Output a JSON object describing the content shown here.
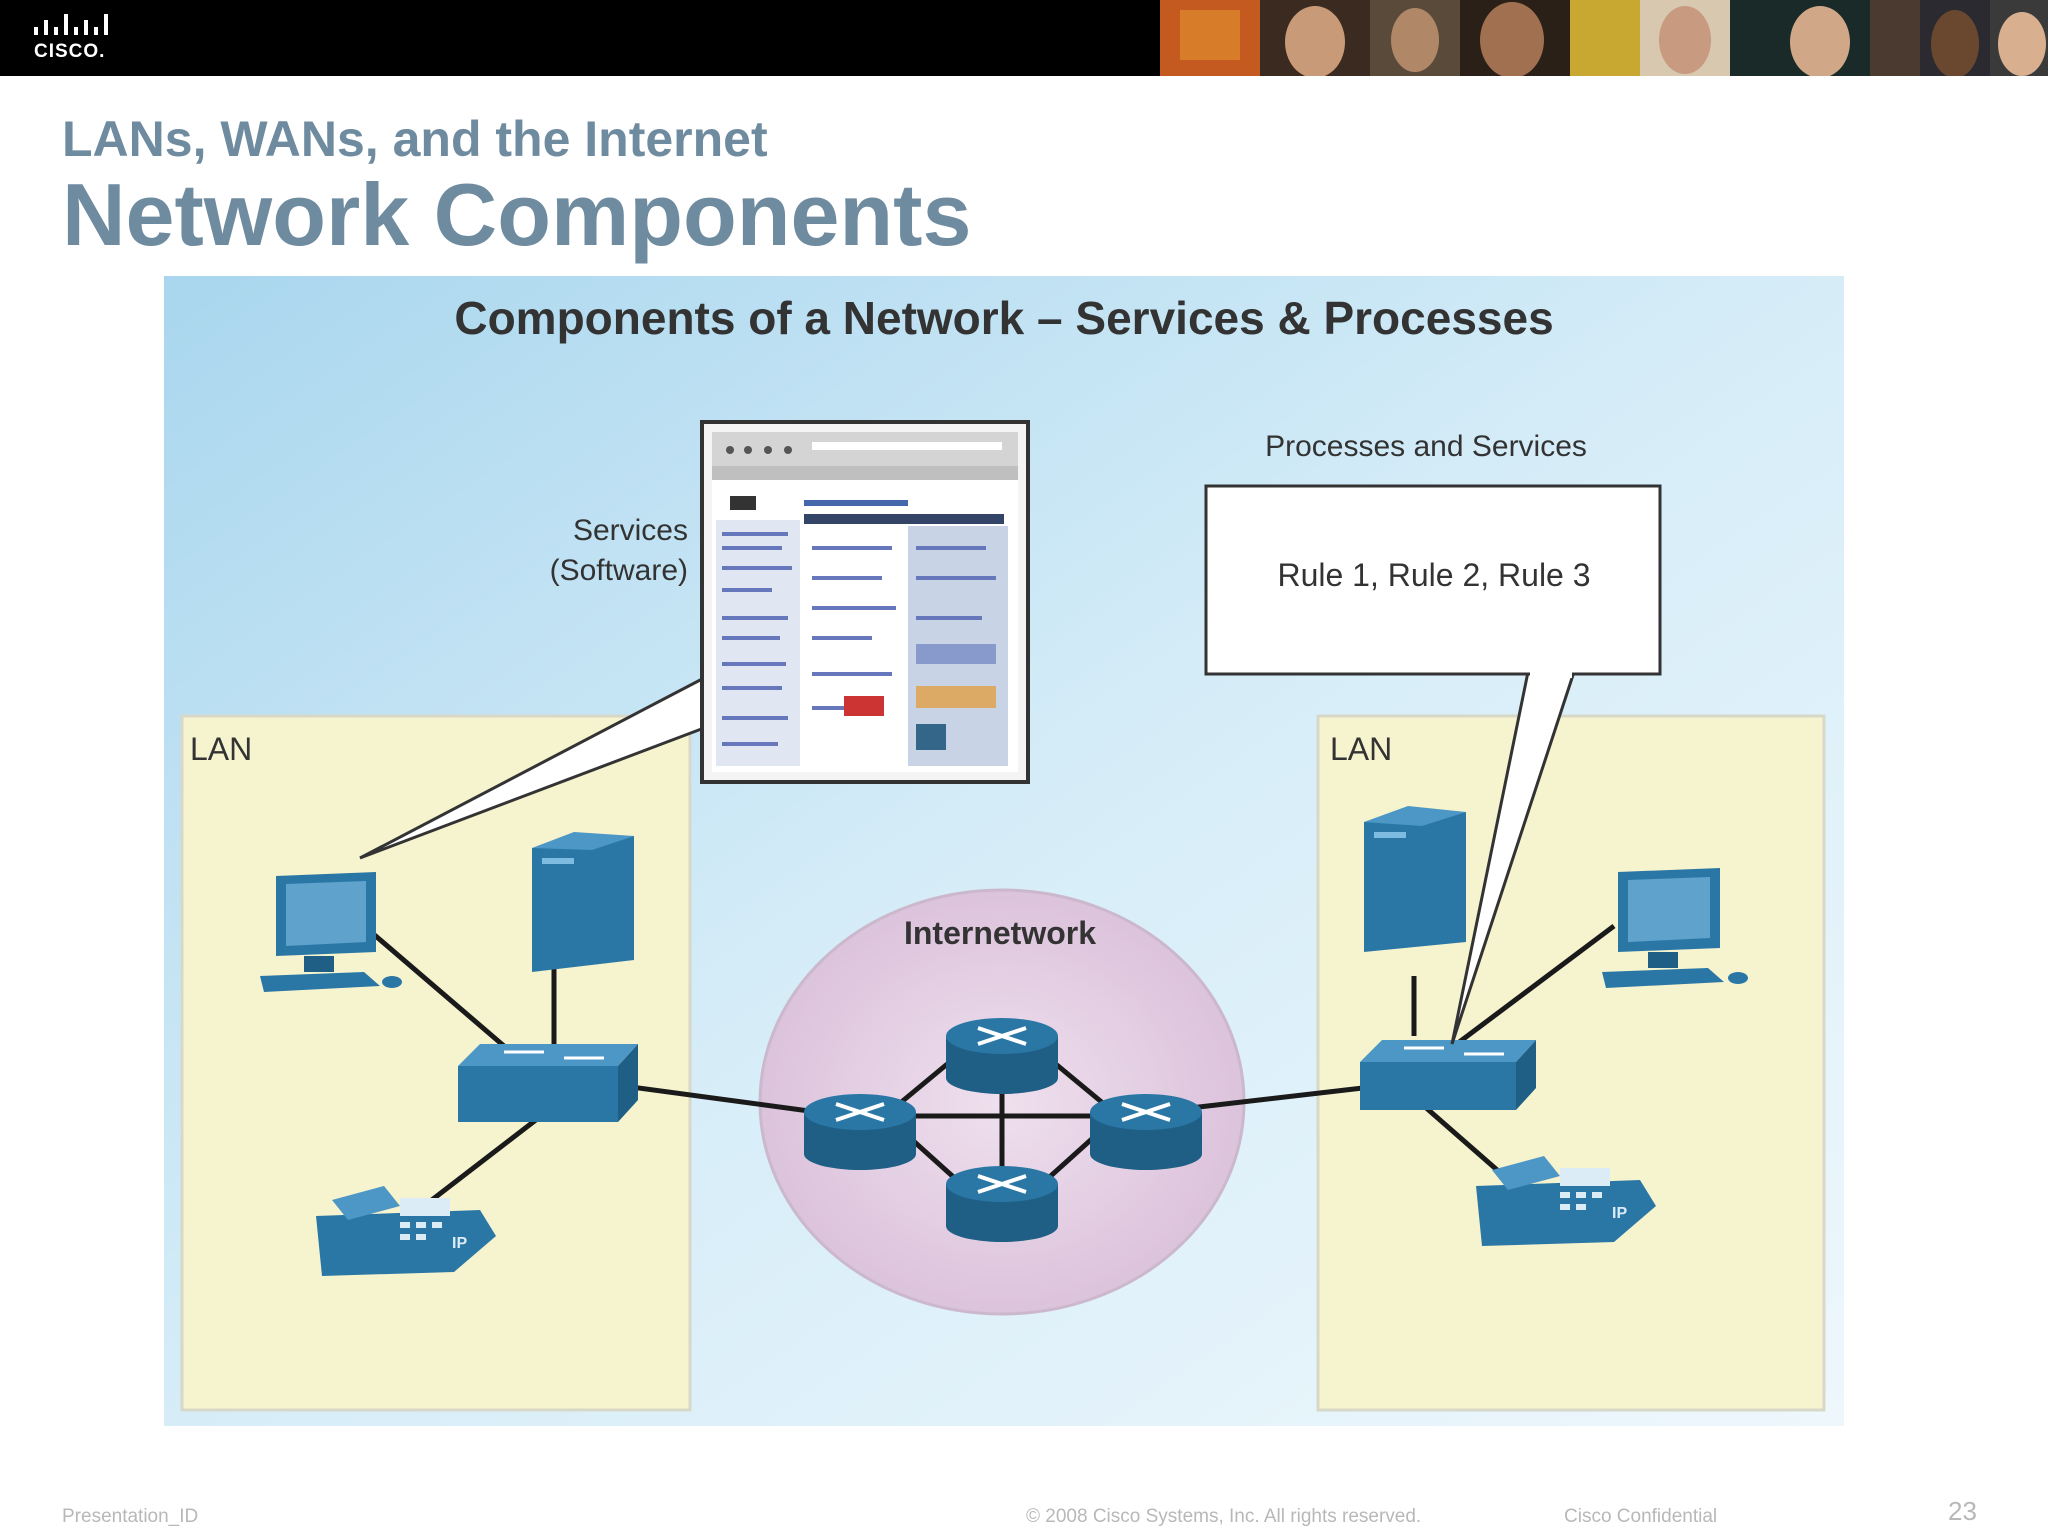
{
  "header": {
    "brand": "CISCO.",
    "subtitle": "LANs, WANs, and the Internet",
    "title": "Network Components"
  },
  "figure": {
    "heading": "Components of a Network – Services & Processes",
    "services_label_line1": "Services",
    "services_label_line2": "(Software)",
    "processes_label": "Processes and Services",
    "rules_text": "Rule 1, Rule 2, Rule 3",
    "lan_left_label": "LAN",
    "lan_right_label": "LAN",
    "internetwork_label": "Internetwork",
    "phone_badge": "IP"
  },
  "footer": {
    "presentation_id": "Presentation_ID",
    "copyright": "© 2008 Cisco Systems, Inc. All rights reserved.",
    "confidential": "Cisco Confidential",
    "page_number": "23"
  },
  "colors": {
    "title": "#6f8ba0",
    "device_blue": "#2a77a6",
    "lan_bg": "#f6f3cf",
    "cloud_bg": "#e3cfe2",
    "figure_bg": "#cfe8f5"
  }
}
